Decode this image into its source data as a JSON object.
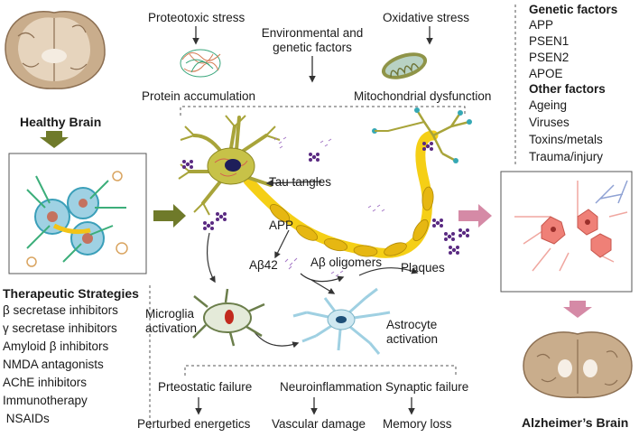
{
  "brain_healthy_label": "Healthy Brain",
  "brain_alz_label": "Alzheimer’s Brain",
  "top_causes": {
    "proteotoxic": "Proteotoxic stress",
    "protein_accumulation": "Protein accumulation",
    "env_line1": "Environmental and",
    "env_line2": "genetic factors",
    "oxidative": "Oxidative stress",
    "mito": "Mitochondrial dysfunction"
  },
  "genetic": {
    "title": "Genetic factors",
    "items": [
      "APP",
      "PSEN1",
      "PSEN2",
      "APOE"
    ]
  },
  "other": {
    "title": "Other factors",
    "items": [
      "Ageing",
      "Viruses",
      "Toxins/metals",
      "Trauma/injury"
    ]
  },
  "neuron_labels": {
    "tau": "Tau tangles",
    "app": "APP",
    "abeta42": "Aβ42",
    "oligomers": "Aβ oligomers",
    "plaques": "Plaques"
  },
  "glia": {
    "microglia_line1": "Microglia",
    "microglia_line2": "activation",
    "astro_line1": "Astrocyte",
    "astro_line2": "activation"
  },
  "therapy": {
    "title": "Therapeutic Strategies",
    "items": [
      "β secretase inhibitors",
      "γ secretase inhibitors",
      "Amyloid β inhibitors",
      "NMDA antagonists",
      "AChE inhibitors",
      "Immunotherapy",
      " NSAIDs"
    ]
  },
  "outcomes": {
    "proteostatic": "Prteostatic failure",
    "neuroinflammation": "Neuroinflammation",
    "synaptic": "Synaptic failure",
    "energetics": "Perturbed energetics",
    "vascular": "Vascular damage",
    "memory": "Memory loss"
  },
  "colors": {
    "brain": "#c9ad8c",
    "neuron_body": "#c7c248",
    "axon": "#f5cf16",
    "arrow_green": "#6f7a2a",
    "arrow_pink": "#d58aa6",
    "plaque": "#5a2a82",
    "astrocyte": "#8fc8da",
    "cell_red": "#ef8077"
  }
}
